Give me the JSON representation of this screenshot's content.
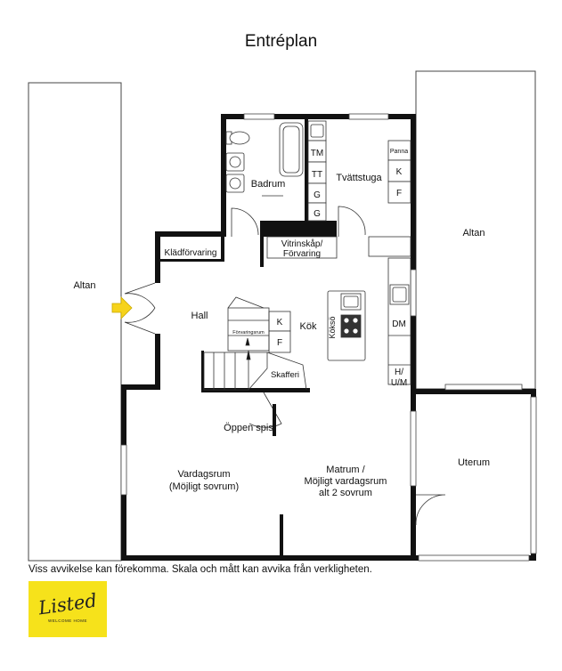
{
  "title": "Entréplan",
  "rooms": {
    "altan_left": "Altan",
    "altan_right": "Altan",
    "badrum": "Badrum",
    "tvattstuga": "Tvättstuga",
    "tm": "TM",
    "tt": "TT",
    "g1": "G",
    "g2": "G",
    "panna": "Panna",
    "k_laundry": "K",
    "f_laundry": "F",
    "vitrinskap_1": "Vitrinskåp/",
    "vitrinskap_2": "Förvaring",
    "kladforvaring": "Klädförvaring",
    "hall": "Hall",
    "kok": "Kök",
    "koksö": "Köksö",
    "k_kitchen": "K",
    "f_kitchen": "F",
    "forvaringsrum": "Förvaringsrum",
    "skafferi": "Skafferi",
    "dm": "DM",
    "hum_1": "H/",
    "hum_2": "U/M",
    "oppen_spis": "Öppen spis",
    "vardagsrum_1": "Vardagsrum",
    "vardagsrum_2": "(Möjligt sovrum)",
    "matrum_1": "Matrum /",
    "matrum_2": "Möjligt vardagsrum",
    "matrum_3": "alt 2 sovrum",
    "uterum": "Uterum"
  },
  "disclaimer": "Viss avvikelse kan förekomma. Skala och mått kan avvika från verkligheten.",
  "logo": {
    "brand": "Listed",
    "tagline": "WELCOME HOME",
    "color": "#f6e21b"
  },
  "colors": {
    "wall": "#111111",
    "arrow": "#f6d31b"
  },
  "icons": [
    "entrance-arrow-icon",
    "toilet-icon",
    "sink-icon",
    "bathtub-icon",
    "stove-icon",
    "staircase-icon"
  ]
}
